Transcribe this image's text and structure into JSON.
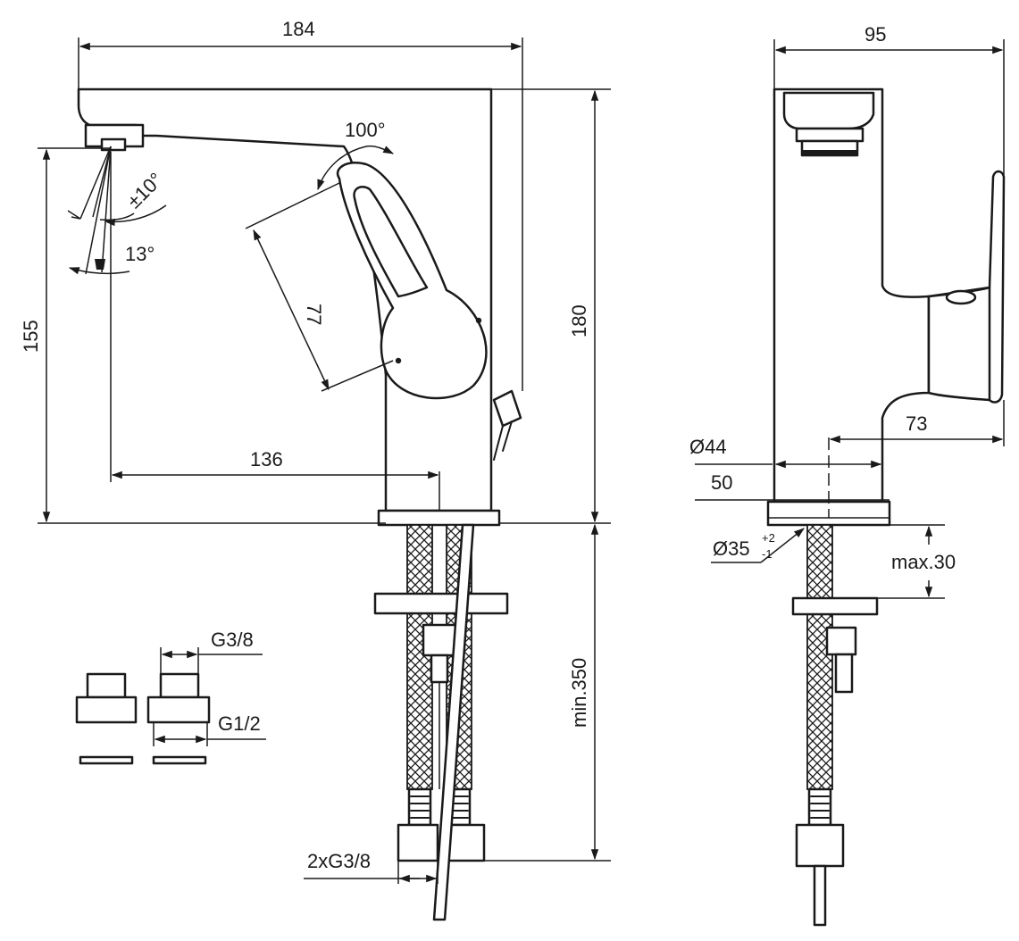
{
  "dimensions": {
    "total_length": "184",
    "spout_height": "155",
    "total_height": "180",
    "reach": "136",
    "lever_length": "77",
    "lever_angle": "100°",
    "jet_tilt": "±10°",
    "jet_angle": "13°",
    "min_hose": "min.350",
    "hose_thread": "2xG3/8",
    "adapter_outlet": "G3/8",
    "adapter_inlet": "G1/2",
    "side_depth": "95",
    "lever_depth": "73",
    "base_diameter": "Ø44",
    "base_plate": "50",
    "hole_diameter": "Ø35",
    "hole_tol_plus": "+2",
    "hole_tol_minus": "-1",
    "max_deck": "max.30"
  }
}
